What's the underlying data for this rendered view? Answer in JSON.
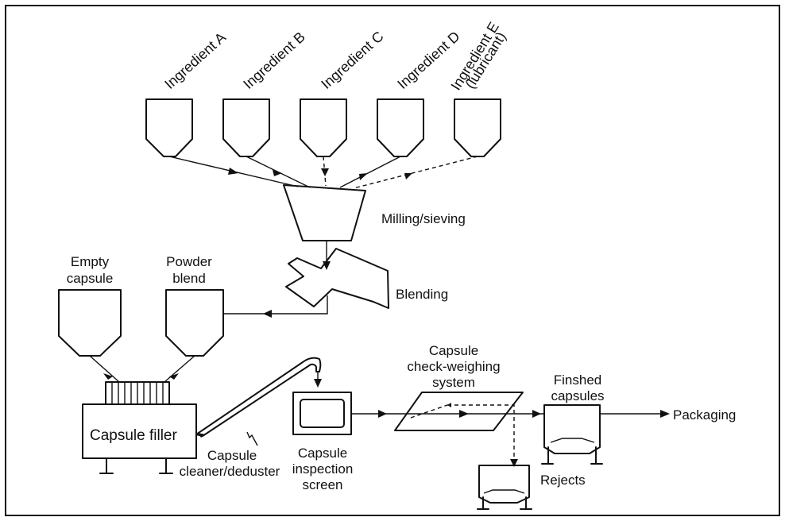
{
  "ingredients": [
    {
      "label": "Ingredient A",
      "sub": ""
    },
    {
      "label": "Ingredient B",
      "sub": ""
    },
    {
      "label": "Ingredient C",
      "sub": ""
    },
    {
      "label": "Ingredient D",
      "sub": ""
    },
    {
      "label": "Ingredient E",
      "sub": "(lubricant)"
    }
  ],
  "milling": "Milling/sieving",
  "blending": "Blending",
  "empty_capsule": [
    "Empty",
    "capsule"
  ],
  "powder_blend": [
    "Powder",
    "blend"
  ],
  "capsule_filler": "Capsule filler",
  "cleaner": [
    "Capsule",
    "cleaner/deduster"
  ],
  "inspection": [
    "Capsule",
    "inspection",
    "screen"
  ],
  "checkweigh": [
    "Capsule",
    "check-weighing",
    "system"
  ],
  "finished": [
    "Finshed",
    "capsules"
  ],
  "rejects": "Rejects",
  "packaging": "Packaging",
  "colors": {
    "ink": "#111111",
    "background": "#ffffff"
  }
}
